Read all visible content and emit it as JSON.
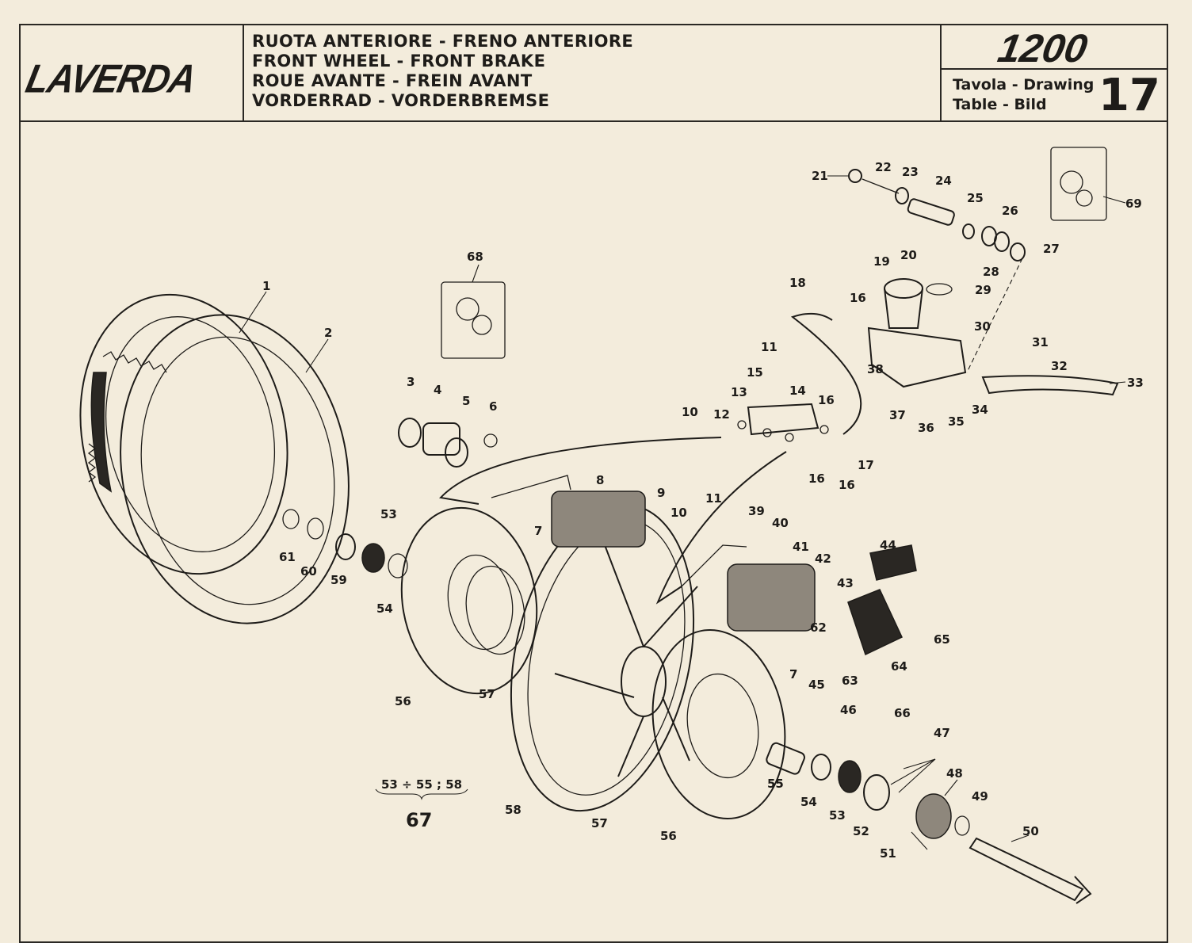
{
  "header": {
    "brand": "LAVERDA",
    "title_lines": [
      "RUOTA ANTERIORE - FRENO ANTERIORE",
      "FRONT WHEEL - FRONT BRAKE",
      "ROUE AVANTE - FREIN AVANT",
      "VORDERRAD - VORDERBREMSE"
    ],
    "model": "1200",
    "table_label_line1": "Tavola - Drawing",
    "table_label_line2": "Table - Bild",
    "table_number": "17"
  },
  "callouts": [
    "1",
    "2",
    "3",
    "4",
    "5",
    "6",
    "7",
    "7",
    "8",
    "9",
    "10",
    "10",
    "11",
    "11",
    "12",
    "13",
    "14",
    "15",
    "16",
    "16",
    "16",
    "16",
    "17",
    "18",
    "19",
    "20",
    "21",
    "22",
    "23",
    "24",
    "25",
    "26",
    "27",
    "28",
    "29",
    "30",
    "31",
    "32",
    "33",
    "34",
    "35",
    "36",
    "37",
    "38",
    "39",
    "40",
    "41",
    "42",
    "43",
    "44",
    "45",
    "46",
    "47",
    "48",
    "49",
    "50",
    "51",
    "52",
    "53",
    "53",
    "54",
    "54",
    "55",
    "56",
    "56",
    "57",
    "57",
    "58",
    "59",
    "60",
    "61",
    "62",
    "63",
    "64",
    "65",
    "66",
    "69",
    "68"
  ],
  "kit_note": {
    "parts": "53 ÷ 55 ; 58",
    "kit_number": "67"
  },
  "colors": {
    "paper": "#f3ecdc",
    "ink": "#1e1c19"
  }
}
